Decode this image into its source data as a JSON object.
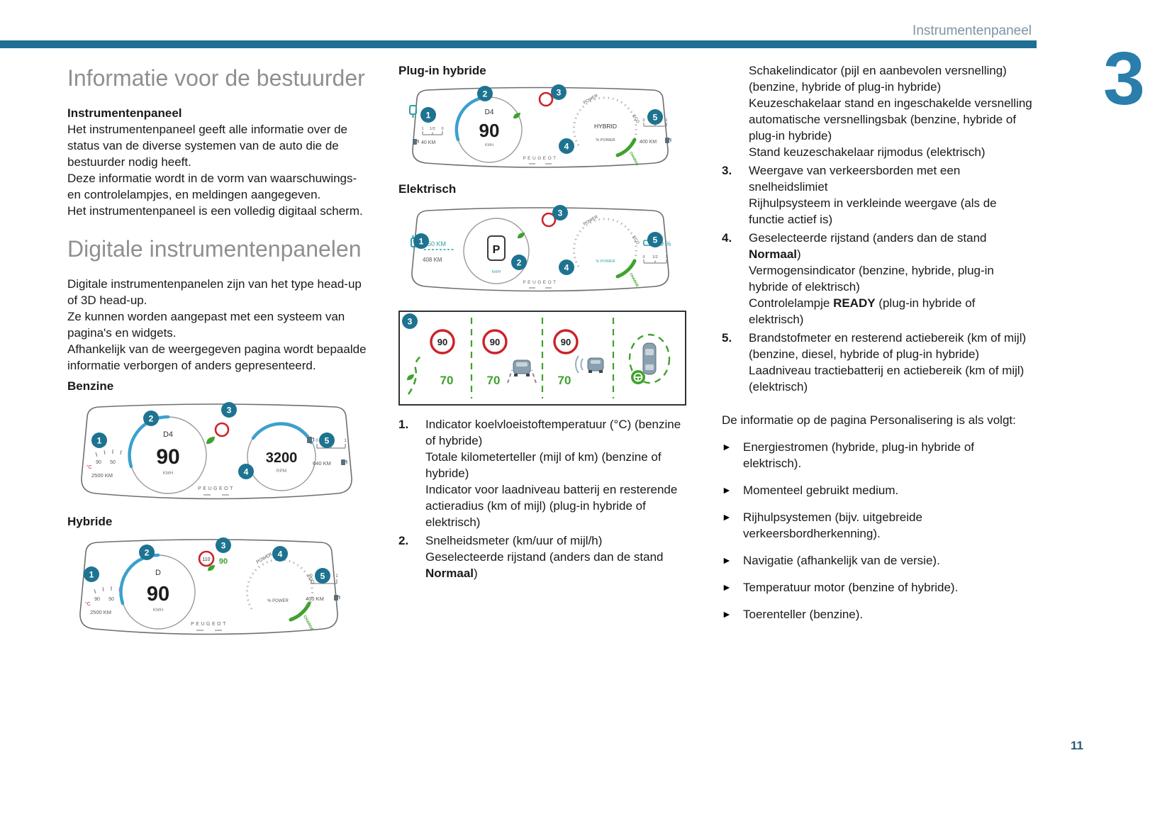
{
  "page": {
    "header": "Instrumentenpaneel",
    "chapter": "3",
    "number": "11"
  },
  "left": {
    "heading1": "Informatie voor de bestuurder",
    "sub1": "Instrumentenpaneel",
    "p1": "Het instrumentenpaneel geeft alle informatie over de status van de diverse systemen van de auto die de bestuurder nodig heeft.",
    "p2": "Deze informatie wordt in de vorm van waarschuwings- en controlelampjes, en meldingen aangegeven.",
    "p3": "Het instrumentenpaneel is een volledig digitaal scherm.",
    "heading2": "Digitale instrumentenpanelen",
    "p4": "Digitale instrumentenpanelen zijn van het type head-up of 3D head-up.",
    "p5": "Ze kunnen worden aangepast met een systeem van pagina's en widgets.",
    "p6": "Afhankelijk van de weergegeven pagina wordt bepaalde informatie verborgen of anders gepresenteerd.",
    "benzine_label": "Benzine",
    "hybride_label": "Hybride"
  },
  "middle": {
    "plugin_label": "Plug-in hybride",
    "elektrisch_label": "Elektrisch",
    "item1": {
      "num": "1.",
      "l1": "Indicator koelvloeistoftemperatuur (°C) (benzine of hybride)",
      "l2": "Totale kilometerteller (mijl of km) (benzine of hybride)",
      "l3": "Indicator voor laadniveau batterij en resterende actieradius (km of mijl) (plug-in hybride of elektrisch)"
    },
    "item2": {
      "num": "2.",
      "l1": "Snelheidsmeter (km/uur of mijl/h)",
      "l2_pre": "Geselecteerde rijstand (anders dan de stand ",
      "l2_bold": "Normaal",
      "l2_post": ")"
    }
  },
  "right": {
    "cont": {
      "l1": "Schakelindicator (pijl en aanbevolen versnelling) (benzine, hybride of plug-in hybride)",
      "l2": "Keuzeschakelaar stand en ingeschakelde versnelling automatische versnellingsbak (benzine, hybride of plug-in hybride)",
      "l3": "Stand keuzeschakelaar rijmodus (elektrisch)"
    },
    "item3": {
      "num": "3.",
      "l1": "Weergave van verkeersborden met een snelheidslimiet",
      "l2": "Rijhulpsysteem in verkleinde weergave (als de functie actief is)"
    },
    "item4": {
      "num": "4.",
      "l1_pre": "Geselecteerde rijstand (anders dan de stand ",
      "l1_bold": "Normaal",
      "l1_post": ")",
      "l2": "Vermogensindicator (benzine, hybride, plug-in hybride of elektrisch)",
      "l3_pre": "Controlelampje ",
      "l3_bold": "READY",
      "l3_post": " (plug-in hybride of elektrisch)"
    },
    "item5": {
      "num": "5.",
      "l1": "Brandstofmeter en resterend actiebereik (km of mijl) (benzine, diesel, hybride of plug-in hybride)",
      "l2": "Laadniveau tractiebatterij en actiebereik (km of mijl) (elektrisch)"
    },
    "intro": "De informatie op de pagina Personalisering is als volgt:",
    "bullet_glyph": "►",
    "bullets": [
      "Energiestromen (hybride, plug-in hybride of elektrisch).",
      "Momenteel gebruikt medium.",
      "Rijhulpsystemen (bijv. uitgebreide verkeersbordherkenning).",
      "Navigatie (afhankelijk van de versie).",
      "Temperatuur motor (benzine of hybride).",
      "Toerenteller (benzine)."
    ]
  },
  "clusters": {
    "callouts": [
      "1",
      "2",
      "3",
      "4",
      "5"
    ],
    "benzine": {
      "gear": "D4",
      "speed": "90",
      "speed_unit": "KMH",
      "rpm": "3200",
      "rpm_unit": "RPM",
      "odometer": "2500 KM",
      "range": "640 KM",
      "temp_hi": "90",
      "temp_lo": "50",
      "temp_unit": "°C",
      "fuel_empty": "0",
      "fuel_half": "1/2",
      "fuel_full": "1",
      "brand": "PEUGEOT"
    },
    "hybride": {
      "gear": "D",
      "speed": "90",
      "speed_unit": "KMH",
      "speed_sign": "110",
      "advised_speed": "90",
      "power": "POWER",
      "eco": "ECO",
      "charge": "CHARGE",
      "percent_power": "% POWER",
      "odometer": "2500 KM",
      "range": "400 KM",
      "temp_hi": "90",
      "temp_lo": "50",
      "temp_unit": "°C",
      "fuel_empty": "0",
      "fuel_half": "1/2",
      "fuel_full": "1",
      "brand": "PEUGEOT"
    },
    "plugin": {
      "gear": "D4",
      "speed": "90",
      "speed_unit": "KMH",
      "mode": "HYBRID",
      "power": "POWER",
      "eco": "ECO",
      "charge": "CHARGE",
      "percent_power": "% POWER",
      "batt_full": "1",
      "batt_half": "1/2",
      "batt_empty": "0",
      "ev_range": "40 KM",
      "fuel_empty": "0",
      "fuel_half": "1/2",
      "fuel_full": "1",
      "range": "400 KM",
      "brand": "PEUGEOT"
    },
    "elektrisch": {
      "gear": "P",
      "range_main": "450 KM",
      "range_alt": "408 KM",
      "speed_unit": "KM/H",
      "power": "POWER",
      "eco": "ECO",
      "charge": "CHARGE",
      "percent_power": "% POWER",
      "battery_pct": "99 %",
      "batt_empty": "0",
      "batt_half": "1/2",
      "batt_full": "1",
      "brand": "PEUGEOT"
    },
    "signs": {
      "limit": "90",
      "advised": "70"
    }
  }
}
